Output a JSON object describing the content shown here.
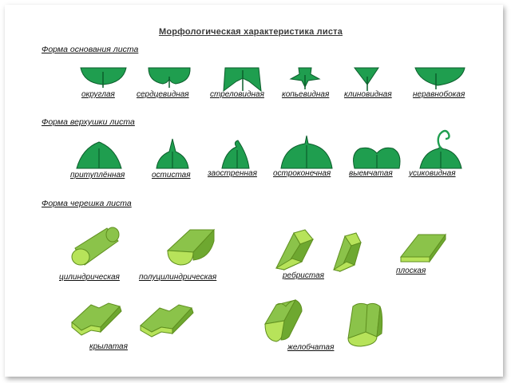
{
  "title": "Морфологическая характеристика листа",
  "sections": {
    "base": {
      "heading": "Форма основания листа",
      "labels": [
        "округлая",
        "сердцевидная",
        "стреловидная",
        "копьевидная",
        "клиновидная",
        "неравнобокая"
      ]
    },
    "apex": {
      "heading": "Форма верхушки листа",
      "labels": [
        "притуплённая",
        "остистая",
        "заостренная",
        "остроконечная",
        "выемчатая",
        "усиковидная"
      ]
    },
    "petiole": {
      "heading": "Форма черешка листа",
      "labels": [
        "цилиндрическая",
        "полуцилиндрическая",
        "ребристая",
        "плоская",
        "крылатая",
        "желобчатая"
      ]
    }
  },
  "colors": {
    "leaf_fill": "#1f9e4f",
    "leaf_stroke": "#0c5e2c",
    "petiole_fill": "#8bc34a",
    "petiole_dark": "#5f8f1f",
    "petiole_light": "#b7e35a"
  },
  "icons": [
    "leaf-base-shape",
    "leaf-apex-shape",
    "petiole-shape"
  ]
}
